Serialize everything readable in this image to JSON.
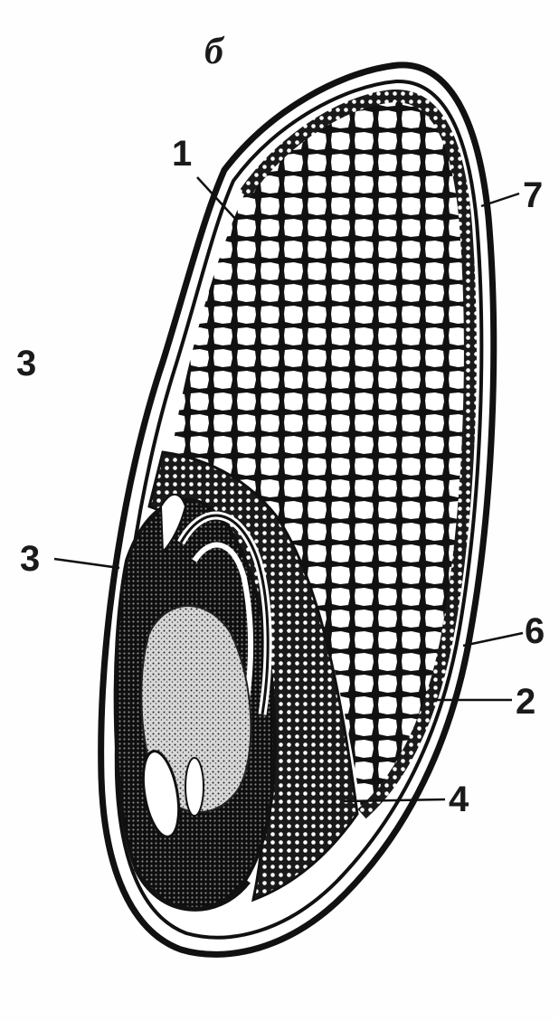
{
  "figure": {
    "panel_label": "б",
    "side_label": "3"
  },
  "callouts": [
    {
      "id": "c1",
      "text": "1"
    },
    {
      "id": "c7",
      "text": "7"
    },
    {
      "id": "c3",
      "text": "3"
    },
    {
      "id": "c6",
      "text": "6"
    },
    {
      "id": "c2",
      "text": "2"
    },
    {
      "id": "c4",
      "text": "4"
    }
  ],
  "colors": {
    "ink": "#141414",
    "paper": "#fefefe",
    "cell_fill": "#ffffff"
  }
}
